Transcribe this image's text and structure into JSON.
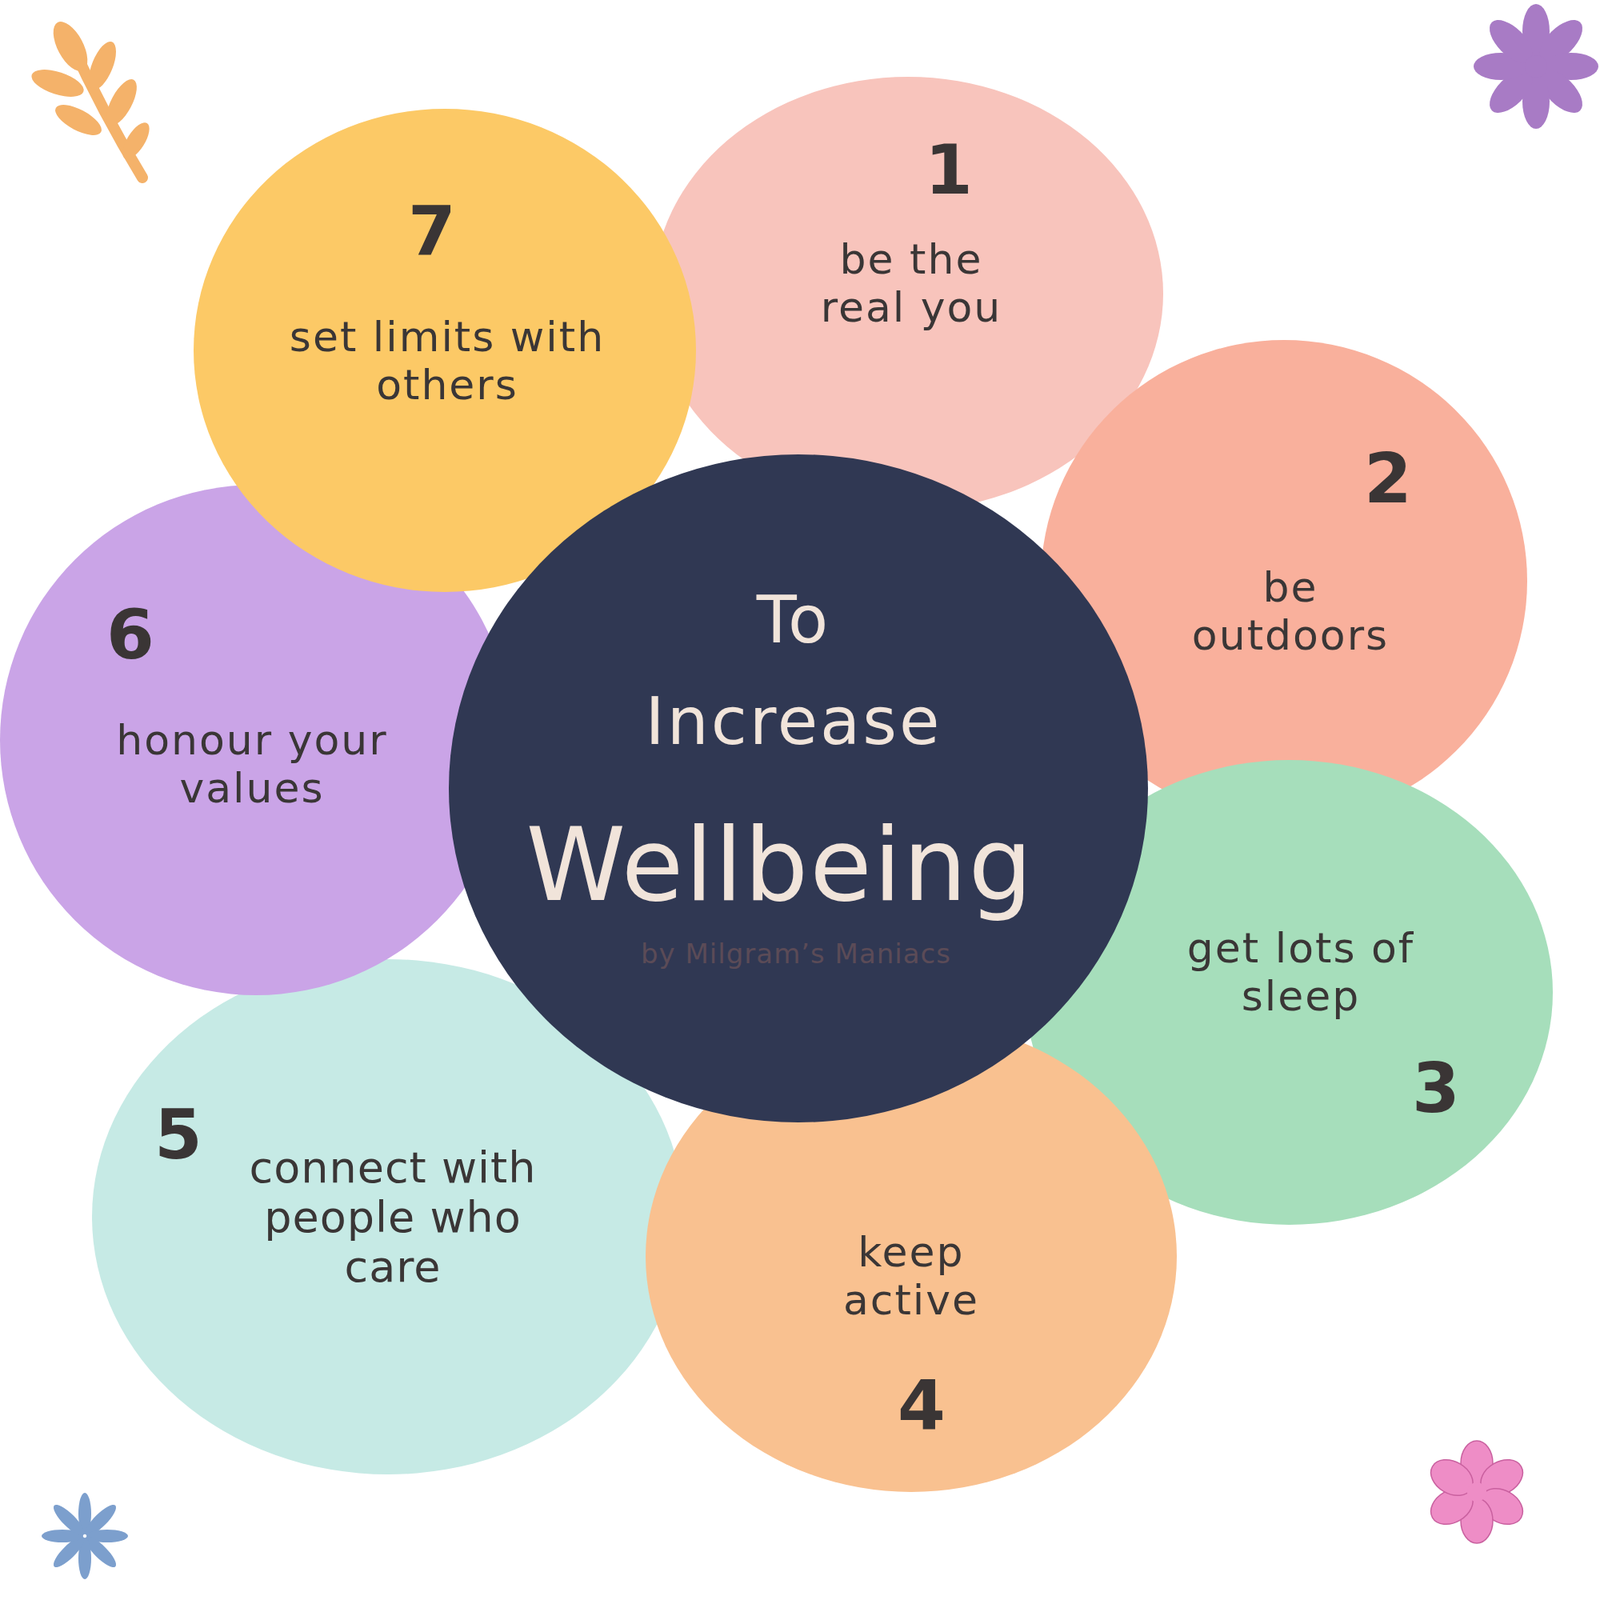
{
  "diagram": {
    "nodes": [
      {
        "text": [
          "To Increase",
          "Wellbeing"
        ]
      },
      {
        "text": [
          "1",
          "be the real you"
        ]
      },
      {
        "text": [
          "2",
          "be outdoors"
        ]
      },
      {
        "text": [
          "get lots of sleep",
          "3"
        ]
      },
      {
        "text": [
          "keep active",
          "4"
        ]
      },
      {
        "text": [
          "5",
          "connect with people who care"
        ]
      },
      {
        "text": [
          "6",
          "honour your values"
        ]
      },
      {
        "text": [
          "7",
          "set limits with others"
        ]
      }
    ],
    "labels": [
      "by Milgram’s Maniacs"
    ]
  }
}
